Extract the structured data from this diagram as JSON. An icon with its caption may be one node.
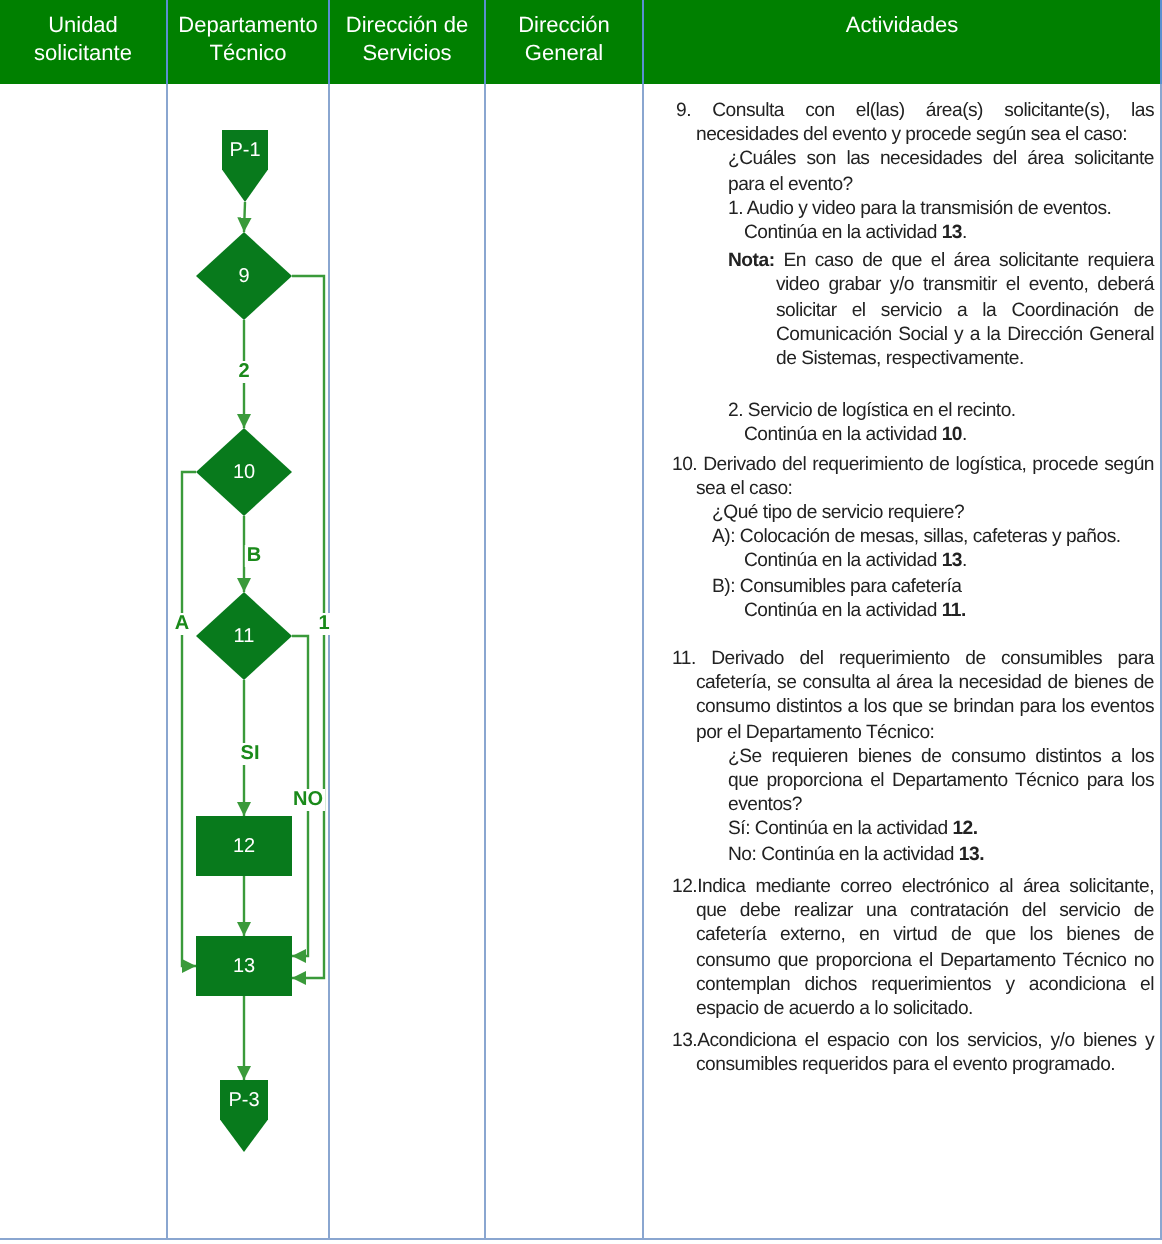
{
  "diagram": {
    "nodes": [
      {
        "text": [
          "P-1"
        ]
      },
      {
        "text": [
          "9"
        ]
      },
      {
        "text": [
          "10"
        ]
      },
      {
        "text": [
          "11"
        ]
      },
      {
        "text": [
          "12"
        ]
      },
      {
        "text": [
          "13"
        ]
      },
      {
        "text": [
          "P-3"
        ]
      }
    ],
    "edges": [
      {
        "from": 0,
        "to": 1,
        "arrow": "to"
      },
      {
        "from": 1,
        "to": 2,
        "arrow": "to",
        "label": "2"
      },
      {
        "from": 1,
        "to": 5,
        "arrow": "to",
        "label": "1"
      },
      {
        "from": 2,
        "to": 3,
        "arrow": "to",
        "label": "B"
      },
      {
        "from": 2,
        "to": 5,
        "arrow": "to",
        "label": "A"
      },
      {
        "from": 3,
        "to": 4,
        "arrow": "to",
        "label": "SI"
      },
      {
        "from": 3,
        "to": 5,
        "arrow": "to",
        "label": "NO"
      },
      {
        "from": 4,
        "to": 5,
        "arrow": "to"
      },
      {
        "from": 5,
        "to": 6,
        "arrow": "to"
      }
    ],
    "labels": [
      "Unidad solicitante",
      "Departamento Técnico",
      "Dirección de Servicios",
      "Dirección General",
      "Actividades",
      "9. Consulta con el(las) área(s) solicitante(s), las necesidades del evento y procede según sea el caso:",
      "¿Cuáles son las necesidades del área solicitante para el evento?",
      "1. Audio y video para la transmisión de eventos.",
      "Continúa en la actividad **13**.",
      "**Nota:** En caso de que el área solicitante requiera video grabar y/o transmitir el evento, deberá solicitar el servicio a la Coordinación de Comunicación Social y a la Dirección General de Sistemas, respectivamente.",
      "2. Servicio de logística en el recinto.",
      "Continúa en la actividad **10**.",
      "10. Derivado del requerimiento de logística, procede según sea el caso:",
      "¿Qué tipo de servicio requiere?",
      "A): Colocación de mesas, sillas, cafeteras y paños.",
      "Continúa en la actividad **13**.",
      "B): Consumibles para cafetería",
      "Continúa en la actividad **11.**",
      "11. Derivado del requerimiento de consumibles para cafetería, se consulta al área la necesidad de bienes de consumo distintos a los que se brindan para los eventos por el Departamento Técnico:",
      "¿Se requieren bienes de consumo distintos a los que proporciona el Departamento Técnico para los eventos?",
      "Sí: Continúa en la actividad **12.**",
      "No: Continúa en la actividad **13.**",
      "12.Indica mediante correo electrónico al área solicitante, que debe realizar una contratación del servicio de cafetería externo, en virtud de que los bienes de consumo que proporciona el Departamento Técnico no contemplan dichos requerimientos y acondiciona el espacio de acuerdo a lo solicitado.",
      "13.Acondiciona el espacio con los servicios, y/o bienes y consumibles requeridos para el evento programado."
    ]
  }
}
